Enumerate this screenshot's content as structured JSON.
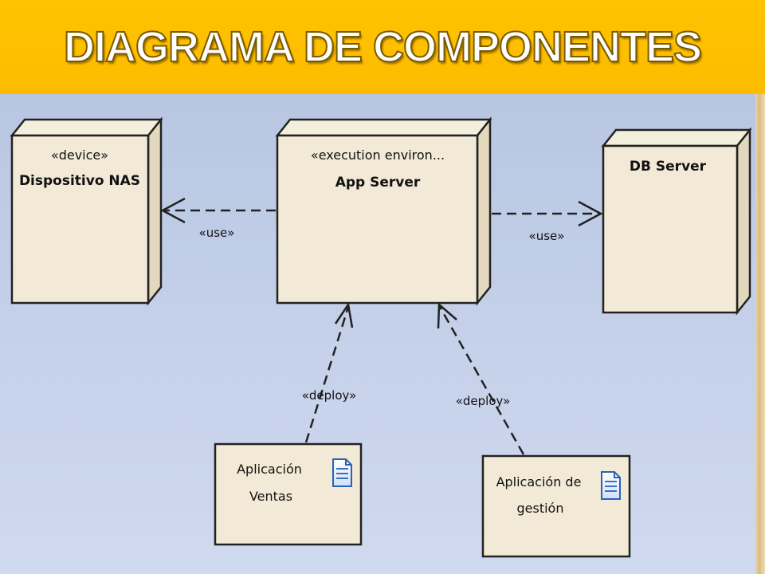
{
  "slide": {
    "title": "DIAGRAMA DE COMPONENTES"
  },
  "nodes": {
    "nas": {
      "stereotype": "«device»",
      "name": "Dispositivo NAS"
    },
    "app": {
      "stereotype": "«execution environ...",
      "name": "App Server"
    },
    "db": {
      "name": "DB Server"
    },
    "ventas": {
      "line1": "Aplicación",
      "line2": "Ventas"
    },
    "gestion": {
      "line1": "Aplicación de",
      "line2": "gestión"
    }
  },
  "connectors": {
    "use_left": "«use»",
    "use_right": "«use»",
    "deploy_left": "«deploy»",
    "deploy_right": "«deploy»"
  },
  "colors": {
    "banner": "#ffc000",
    "node_fill": "#f2ead6",
    "node_side": "#e3d8bd",
    "diagram_bg": "#c3cfe8"
  }
}
